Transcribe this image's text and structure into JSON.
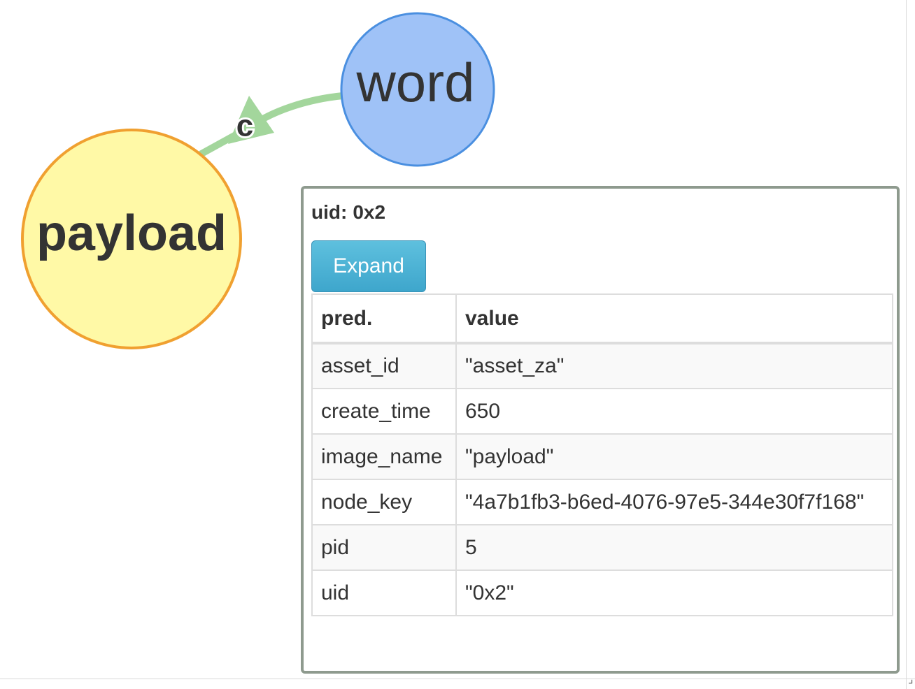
{
  "graph": {
    "nodes": [
      {
        "id": "word",
        "label": "word",
        "fill": "#9fc2f7",
        "stroke": "#4a8fe0"
      },
      {
        "id": "payload",
        "label": "payload",
        "fill": "#fff9a6",
        "stroke": "#f0a030"
      }
    ],
    "edges": [
      {
        "from": "word",
        "to": "payload",
        "label": "c",
        "color": "#a3d69c"
      }
    ]
  },
  "panel": {
    "uid_prefix": "uid:",
    "uid_value": "0x2",
    "expand_label": "Expand",
    "columns": [
      "pred.",
      "value"
    ],
    "rows": [
      {
        "pred": "asset_id",
        "value": "\"asset_za\""
      },
      {
        "pred": "create_time",
        "value": "650"
      },
      {
        "pred": "image_name",
        "value": "\"payload\""
      },
      {
        "pred": "node_key",
        "value": "\"4a7b1fb3-b6ed-4076-97e5-344e30f7f168\""
      },
      {
        "pred": "pid",
        "value": "5"
      },
      {
        "pred": "uid",
        "value": "\"0x2\""
      }
    ]
  },
  "colors": {
    "panel_border": "#8e9a8e",
    "button_bg": "#4cb2d6",
    "text": "#333333"
  }
}
